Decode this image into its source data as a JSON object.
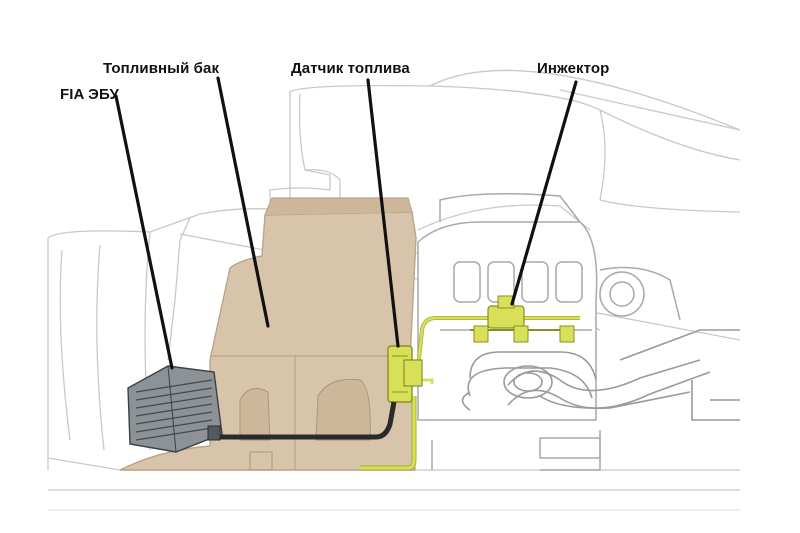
{
  "labels": {
    "ecu": "FIA ЭБУ",
    "fuel_tank": "Топливный бак",
    "fuel_sensor": "Датчик топлива",
    "injector": "Инжектор"
  },
  "colors": {
    "tank_fill": "#d8c4aa",
    "tank_stroke": "#b9a58a",
    "fuel_line": "#d8e05a",
    "fuel_line_dark": "#a8ae2a",
    "return_line": "#2a2a2a",
    "ecu_body": "#8c9296",
    "outline": "#bfbfbf",
    "leader": "#111111"
  },
  "icons": [
    "ecu-module-icon",
    "fuel-sensor-icon",
    "injector-rail-icon",
    "engine-block-icon"
  ]
}
